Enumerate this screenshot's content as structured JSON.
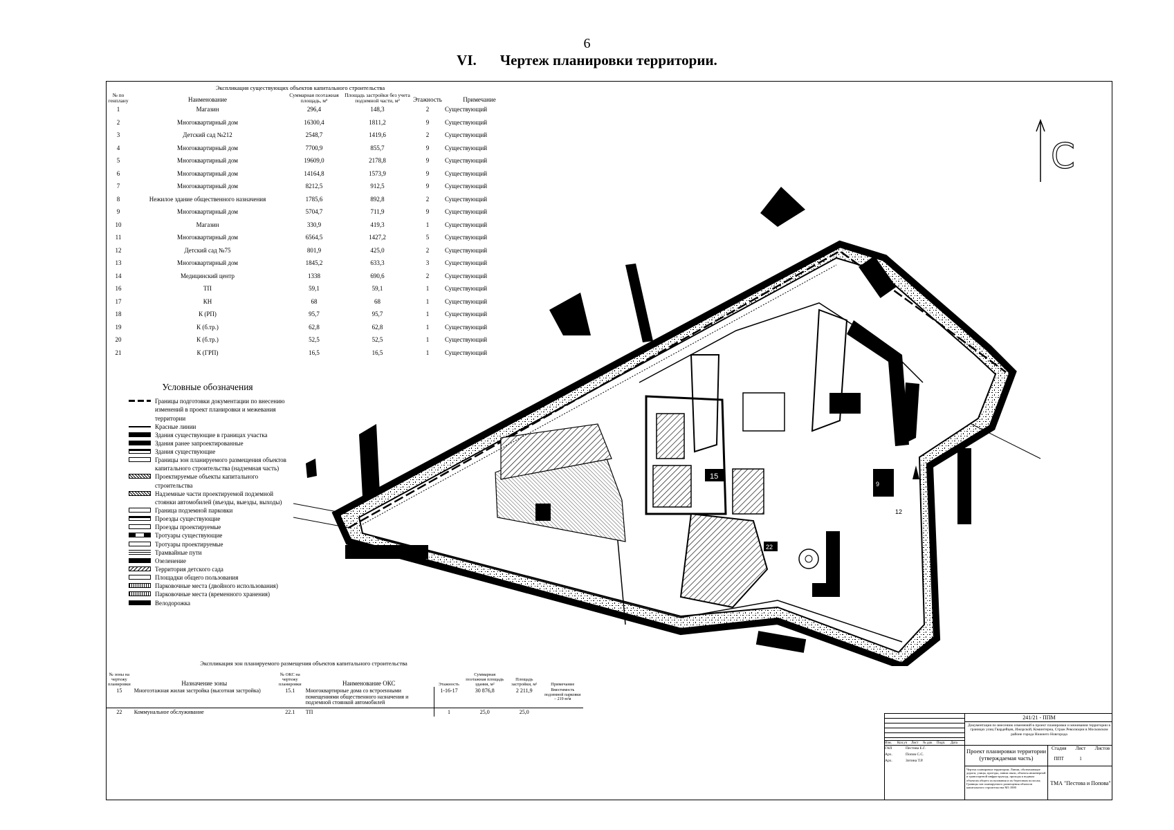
{
  "page_number": "6",
  "heading": {
    "roman": "VI.",
    "text": "Чертеж планировки территории."
  },
  "existing_table": {
    "title": "Экспликация существующих объектов капитального строительства",
    "headers": [
      "№ по генплану",
      "Наименование",
      "Суммарная поэтажная площадь, м²",
      "Площадь застройки без учета подземной части, м²",
      "Этажность",
      "Примечание"
    ],
    "rows": [
      [
        "1",
        "Магазин",
        "296,4",
        "148,3",
        "2",
        "Существующий"
      ],
      [
        "2",
        "Многоквартирный дом",
        "16300,4",
        "1811,2",
        "9",
        "Существующий"
      ],
      [
        "3",
        "Детский сад №212",
        "2548,7",
        "1419,6",
        "2",
        "Существующий"
      ],
      [
        "4",
        "Многоквартирный дом",
        "7700,9",
        "855,7",
        "9",
        "Существующий"
      ],
      [
        "5",
        "Многоквартирный дом",
        "19609,0",
        "2178,8",
        "9",
        "Существующий"
      ],
      [
        "6",
        "Многоквартирный дом",
        "14164,8",
        "1573,9",
        "9",
        "Существующий"
      ],
      [
        "7",
        "Многоквартирный дом",
        "8212,5",
        "912,5",
        "9",
        "Существующий"
      ],
      [
        "8",
        "Нежилое здание общественного назначения",
        "1785,6",
        "892,8",
        "2",
        "Существующий"
      ],
      [
        "9",
        "Многоквартирный дом",
        "5704,7",
        "711,9",
        "9",
        "Существующий"
      ],
      [
        "10",
        "Магазин",
        "330,9",
        "419,3",
        "1",
        "Существующий"
      ],
      [
        "11",
        "Многоквартирный дом",
        "6564,5",
        "1427,2",
        "5",
        "Существующий"
      ],
      [
        "12",
        "Детский сад №75",
        "801,9",
        "425,0",
        "2",
        "Существующий"
      ],
      [
        "13",
        "Многоквартирный дом",
        "1845,2",
        "633,3",
        "3",
        "Существующий"
      ],
      [
        "14",
        "Медицинский центр",
        "1338",
        "690,6",
        "2",
        "Существующий"
      ],
      [
        "16",
        "ТП",
        "59,1",
        "59,1",
        "1",
        "Существующий"
      ],
      [
        "17",
        "КН",
        "68",
        "68",
        "1",
        "Существующий"
      ],
      [
        "18",
        "К (РП)",
        "95,7",
        "95,7",
        "1",
        "Существующий"
      ],
      [
        "19",
        "К (б.тр.)",
        "62,8",
        "62,8",
        "1",
        "Существующий"
      ],
      [
        "20",
        "К (б.тр.)",
        "52,5",
        "52,5",
        "1",
        "Существующий"
      ],
      [
        "21",
        "К (ГРП)",
        "16,5",
        "16,5",
        "1",
        "Существующий"
      ]
    ]
  },
  "legend": {
    "title": "Условные обозначения",
    "items": [
      {
        "symbol": "dash",
        "text": "Границы подготовки документации по внесению изменений в проект планировки и межевания территории"
      },
      {
        "symbol": "line",
        "text": "Красные линии"
      },
      {
        "symbol": "solid",
        "text": "Здания существующие в границах участка"
      },
      {
        "symbol": "solid",
        "text": "Здания ранее запроектированные"
      },
      {
        "symbol": "outline2",
        "text": "Здания существующие"
      },
      {
        "symbol": "outline",
        "text": "Границы зон планируемого размещения объектов капитального строительства (надземная часть)"
      },
      {
        "symbol": "hatch",
        "text": "Проектируемые объекты капитального строительства"
      },
      {
        "symbol": "hatch",
        "text": "Надземные части проектируемой подземной стоянки автомобилей (въезды, выезды, выходы)"
      },
      {
        "symbol": "outline",
        "text": "Граница подземной парковки"
      },
      {
        "symbol": "outline2",
        "text": "Проезды существующие"
      },
      {
        "symbol": "outline",
        "text": "Проезды проектируемые"
      },
      {
        "symbol": "walk",
        "text": "Тротуары существующие"
      },
      {
        "symbol": "outline",
        "text": "Тротуары проектируемые"
      },
      {
        "symbol": "rails",
        "text": "Трамвайные пути"
      },
      {
        "symbol": "solid",
        "text": "Озеленение"
      },
      {
        "symbol": "thatch",
        "text": "Территория детского сада"
      },
      {
        "symbol": "outline",
        "text": "Площадки общего пользования"
      },
      {
        "symbol": "stripes",
        "text": "Парковочные места (двойного использования)"
      },
      {
        "symbol": "stripes",
        "text": "Парковочные места (временного хранения)"
      },
      {
        "symbol": "solid",
        "text": "Велодорожка"
      }
    ]
  },
  "map": {
    "north_letter": "С",
    "labels": {
      "b15": "15",
      "b9": "9",
      "b12": "12",
      "b22": "22"
    }
  },
  "zones_table": {
    "title": "Экспликация зон планируемого размещения объектов капитального строительства",
    "headers": [
      "№ зоны на чертежу планировки",
      "Назначение зоны",
      "№ ОКС на чертежу планировки",
      "Наименование ОКС",
      "Этажность",
      "Суммарная поэтажная площадь здания, м²",
      "Площадь застройки, м²",
      "Примечание"
    ],
    "rows": [
      [
        "15",
        "Многоэтажная жилая застройка (высотная застройка)",
        "15.1",
        "Многоквартирные дома со встроенными помещениями общественного назначения и подземной стоянкой автомобилей",
        "1-16-17",
        "30 876,8",
        "2 211,9",
        "Вместимость подземной парковки – 219 м/м"
      ],
      [
        "22",
        "Коммунальное обслуживание",
        "22.1",
        "ТП",
        "1",
        "25,0",
        "25,0",
        ""
      ]
    ]
  },
  "stamp": {
    "code": "241/21 - ППМ",
    "description": "Документация по внесению изменений в проект планировки и межевания территории в границах улиц Гвардейцев, Ижорской, Коминтерна, Страж Революции в Московском районе города Нижнего Новгорода",
    "col_headers": [
      "Изм.",
      "Кол.уч",
      "Лист",
      "№ док",
      "Подп.",
      "Дата"
    ],
    "people": [
      [
        "ГАП",
        "Пестова Е.Г."
      ],
      [
        "Арх.",
        "Попов С.С."
      ],
      [
        "Арх.",
        "Зотина Т.Р."
      ]
    ],
    "project_title": "Проект планировки территории (утверждаемая часть)",
    "stage_headers": [
      "Стадия",
      "Лист",
      "Листов"
    ],
    "stage_values": [
      "ППТ",
      "1",
      ""
    ],
    "sheet_title": "Чертеж планировки территории; Линии, обозначающие дороги, улицы, проезды, линии связи, объекты инженерной и транспортной инфраструктур, проходы к водным объектам общего пользования и их береговым полосам; Границы зон планируемого размещения объектов капитального строительства М1:1000",
    "company": "ТМА \"Пестова и Попова\""
  }
}
